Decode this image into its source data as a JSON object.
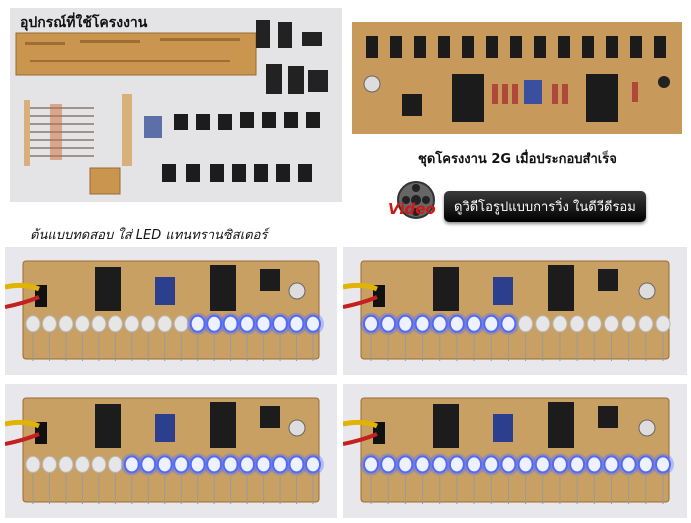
{
  "captions": {
    "parts_label": "อุปกรณ์ที่ใช้โครงงาน",
    "assembled_label": "ชุดโครงงาน 2G เมื่อประกอบสำเร็จ",
    "prototype_label": "ต้นแบบทดสอบ ใส่ LED แทนทรานซิสเตอร์"
  },
  "video": {
    "icon_text": "Video",
    "button_label": "ดูวิดีโอรูปแบบการวิ่ง ในดีวีดีรอม"
  },
  "led_panels": [
    {
      "lit": [
        0,
        0,
        0,
        0,
        0,
        0,
        0,
        0,
        0,
        0,
        1,
        1,
        1,
        1,
        1,
        1,
        1,
        1
      ]
    },
    {
      "lit": [
        1,
        1,
        1,
        1,
        1,
        1,
        1,
        1,
        1,
        0,
        0,
        0,
        0,
        0,
        0,
        0,
        0,
        0
      ]
    },
    {
      "lit": [
        0,
        0,
        0,
        0,
        0,
        0,
        1,
        1,
        1,
        1,
        1,
        1,
        1,
        1,
        1,
        1,
        1,
        1
      ]
    },
    {
      "lit": [
        1,
        1,
        1,
        1,
        1,
        1,
        1,
        1,
        1,
        1,
        1,
        1,
        1,
        1,
        1,
        1,
        1,
        1
      ]
    }
  ],
  "colors": {
    "pcb": "#c9a064",
    "led_on": "#4f6bff",
    "led_off": "#e6e6e6"
  }
}
